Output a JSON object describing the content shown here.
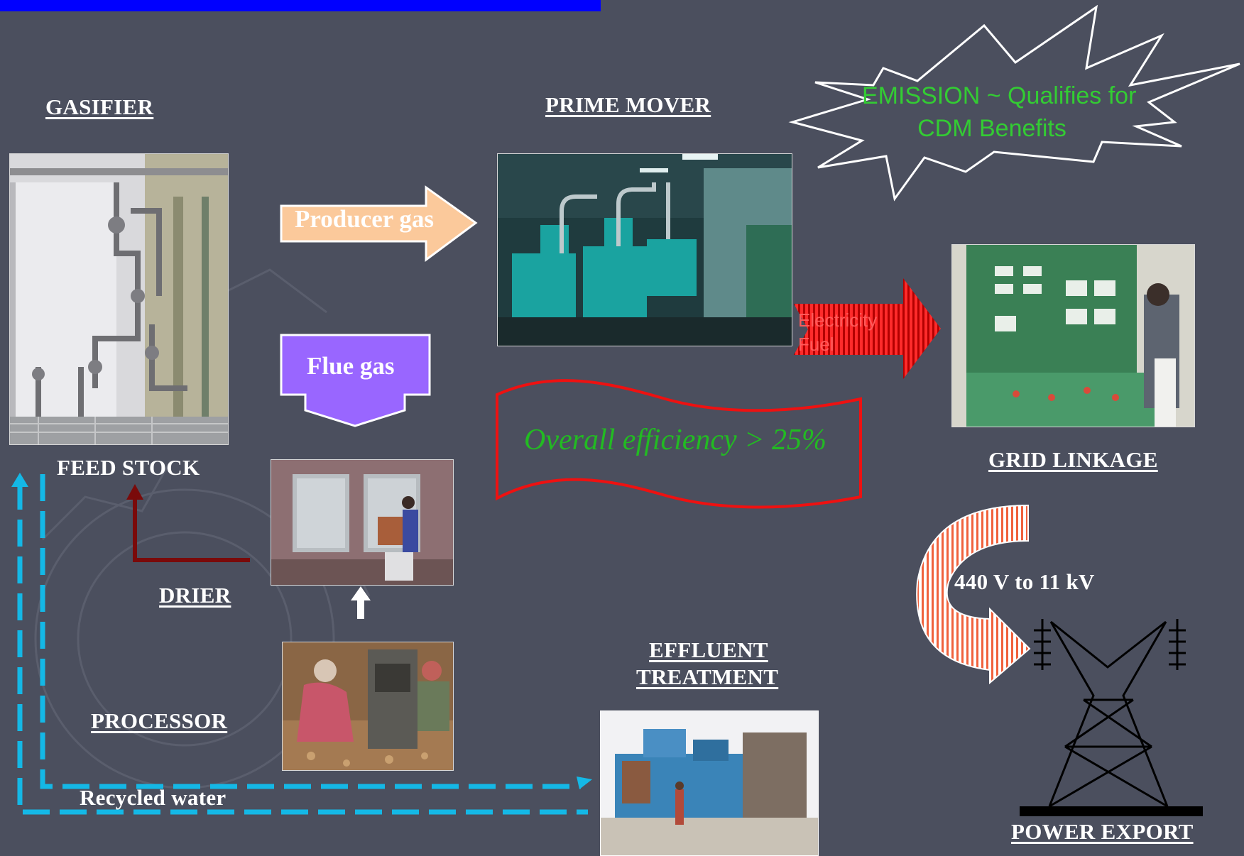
{
  "labels": {
    "gasifier": "GASIFIER",
    "prime_mover": "PRIME MOVER",
    "feed_stock": "FEED STOCK",
    "drier": "DRIER",
    "processor": "PROCESSOR",
    "recycled_water": "Recycled water",
    "effluent_line1": "EFFLUENT",
    "effluent_line2": "TREATMENT",
    "grid_linkage": "GRID LINKAGE",
    "power_export": "POWER EXPORT",
    "voltage": "440 V to 11 kV"
  },
  "arrows": {
    "producer_gas": "Producer gas",
    "flue_gas": "Flue gas",
    "electricity_line1": "Electricity",
    "electricity_line2": "Fuel"
  },
  "callouts": {
    "emission_line1": "EMISSION ~ Qualifies for",
    "emission_line2": "CDM Benefits",
    "efficiency": "Overall efficiency > 25%"
  },
  "colors": {
    "background": "#4b4f5e",
    "title_bar": "#0000ff",
    "producer_gas_arrow": "#fbc99b",
    "flue_gas_arrow": "#9966ff",
    "emission_text": "#33cc33",
    "efficiency_text": "#22bb22",
    "efficiency_banner_border": "#ee1111",
    "recycled_water_line": "#14b8e6",
    "drier_arrow": "#7a0a0a"
  }
}
